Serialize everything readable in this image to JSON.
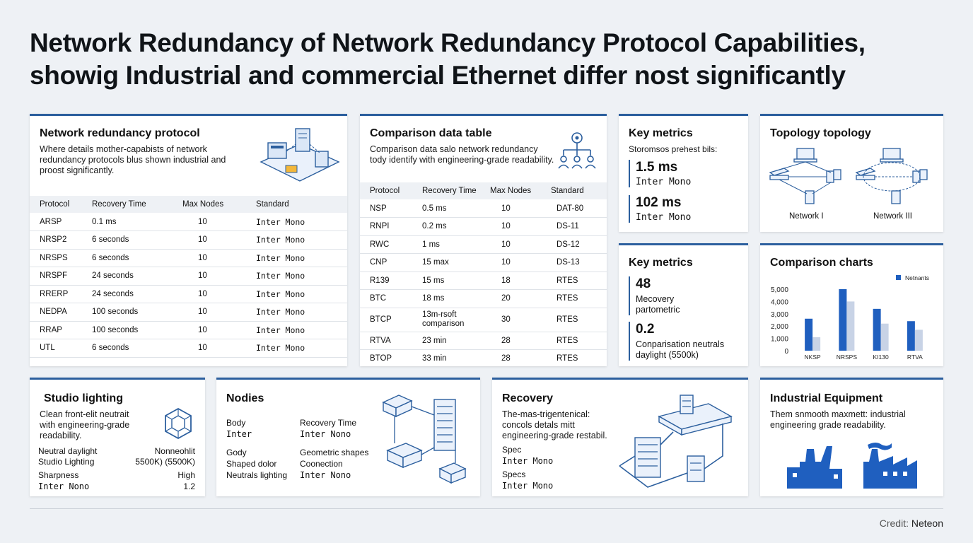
{
  "title": "Network Redundancy of Network Redundancy Protocol Capabilities, showig Industrial and commercial Ethernet differ nost significantly",
  "card1": {
    "title": "Network redundancy protocol",
    "desc": "Where details mother-capabists of network redundancy protocols blus shown industrial and proost significantly.",
    "headers": [
      "Protocol",
      "Recovery Time",
      "Max Nodes",
      "Standard"
    ],
    "rows": [
      [
        "ARSP",
        "0.1 ms",
        "10",
        "Inter Mono"
      ],
      [
        "NRSP2",
        "6 seconds",
        "10",
        "Inter Mono"
      ],
      [
        "NRSPS",
        "6 seconds",
        "10",
        "Inter Mono"
      ],
      [
        "NRSPF",
        "24 seconds",
        "10",
        "Inter Mono"
      ],
      [
        "RRERP",
        "24 seconds",
        "10",
        "Inter Mono"
      ],
      [
        "NEDPA",
        "100 seconds",
        "10",
        "Inter Mono"
      ],
      [
        "RRAP",
        "100 seconds",
        "10",
        "Inter Mono"
      ],
      [
        "UTL",
        "6 seconds",
        "10",
        "Inter Mono"
      ]
    ]
  },
  "card2": {
    "title": "Comparison data table",
    "desc": "Comparison data salo network redundancy tody identify with engineering-grade readability.",
    "headers": [
      "Protocol",
      "Recovery Time",
      "Max Nodes",
      "Standard"
    ],
    "rows": [
      [
        "NSP",
        "0.5 ms",
        "10",
        "DAT-80"
      ],
      [
        "RNPI",
        "0.2 ms",
        "10",
        "DS-11"
      ],
      [
        "RWC",
        "1 ms",
        "10",
        "DS-12"
      ],
      [
        "CNP",
        "15 max",
        "10",
        "DS-13"
      ],
      [
        "R139",
        "15 ms",
        "18",
        "RTES"
      ],
      [
        "BTC",
        "18 ms",
        "20",
        "RTES"
      ],
      [
        "BTCP",
        "13m-rsoft comparison",
        "30",
        "RTES"
      ],
      [
        "RTVA",
        "23 min",
        "28",
        "RTES"
      ],
      [
        "BTOP",
        "33 min",
        "28",
        "RTES"
      ]
    ]
  },
  "km1": {
    "title": "Key metrics",
    "subtitle": "Storomsos prehest bils:",
    "m1_value": "1.5 ms",
    "m1_label": "Inter Mono",
    "m2_value": "102 ms",
    "m2_label": "Inter Mono"
  },
  "topology": {
    "title": "Topology topology",
    "label1": "Network I",
    "label2": "Network III"
  },
  "km2": {
    "title": "Key metrics",
    "m1_value": "48",
    "m1_label": "Mecovery partometric",
    "m2_value": "0.2",
    "m2_label": "Conparisation neutrals daylight (5500k)"
  },
  "charts": {
    "title": "Comparison charts"
  },
  "chart_data": {
    "type": "bar",
    "title": "Comparison charts",
    "categories": [
      "NKSP",
      "NRSPS",
      "KI130",
      "RTVA"
    ],
    "series": [
      {
        "name": "Netnants",
        "values": [
          2600,
          5000,
          3400,
          2400
        ],
        "color": "#1f5fbf"
      },
      {
        "values": [
          1100,
          4000,
          2200,
          1700
        ],
        "color": "#c8d3e6"
      }
    ],
    "yticks": [
      "5,000",
      "4,000",
      "3,000",
      "2,000",
      "1,000",
      "0"
    ],
    "ylim": [
      0,
      5000
    ],
    "legend": "top-right"
  },
  "studio": {
    "title": "Studio lighting",
    "desc": "Clean front-elit neutrait with engineering-grade readability.",
    "rows": [
      [
        "Neutral daylight",
        "Nonneohlit"
      ],
      [
        "Studio Lighting",
        "5500K) (5500K)"
      ],
      [
        "Sharpness",
        "High"
      ],
      [
        "Inter Nono",
        "1.2"
      ]
    ]
  },
  "nodes": {
    "title": "Nodies",
    "k1": "Body",
    "k1v": "Inter",
    "k2": "Recovery Time",
    "k2v": "Inter Nono",
    "k3": "Gody",
    "k3v": "Shaped dolor",
    "k3w": "Neutrals lighting",
    "k4": "Geometric shapes",
    "k4v": "Coonection",
    "k4w": "Inter Nono"
  },
  "recovery": {
    "title": "Recovery",
    "desc": "The-mas-trigentenical: concols detals mitt engineering-grade restabil.",
    "k1": "Spec",
    "k1v": "Inter Mono",
    "k2": "Specs",
    "k2v": "Inter Mono"
  },
  "industrial": {
    "title": "Industrial Equipment",
    "desc": "Them snmooth maxmett: industrial engineering grade readability."
  },
  "credit_label": "Credit:",
  "credit_value": "Neteon"
}
